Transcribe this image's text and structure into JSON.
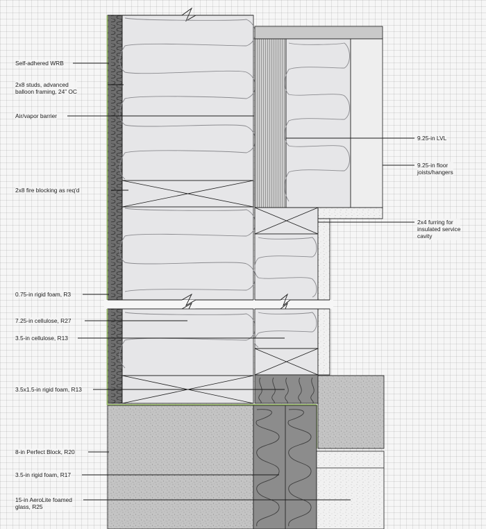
{
  "labels": {
    "wrb": "Self-adhered WRB",
    "studs": "2x8 studs, advanced\nballoon framing, 24” OC",
    "air_barrier": "Air/vapor barrier",
    "lvl": "9.25-in LVL",
    "floor_joists": "9.25-in floor\njoists/hangers",
    "fire_blocking": "2x8 fire blocking as req'd",
    "furring": "2x4 furring for\ninsulated service\ncavity",
    "rigid_foam_r3": "0.75-in rigid foam, R3",
    "cellulose_r27": "7.25-in cellulose, R27",
    "cellulose_r13": "3.5-in cellulose, R13",
    "rigid_foam_r13": "3.5x1.5-in rigid foam, R13",
    "perfect_block": "8-in Perfect Block, R20",
    "rigid_foam_r17": "3.5-in rigid foam, R17",
    "aerolite": "15-in AeroLite foamed\nglass, R25"
  },
  "colors": {
    "background": "#f6f6f6",
    "stud_cavity": "#e6e6e8",
    "rigid_foam_exterior": "#6e6e6e",
    "wrb_line": "#9cbf6a",
    "lvl": "#c9c9c9",
    "block": "#c4c4c4",
    "block_foam": "#8c8c8c",
    "line": "#1a1a1a"
  }
}
